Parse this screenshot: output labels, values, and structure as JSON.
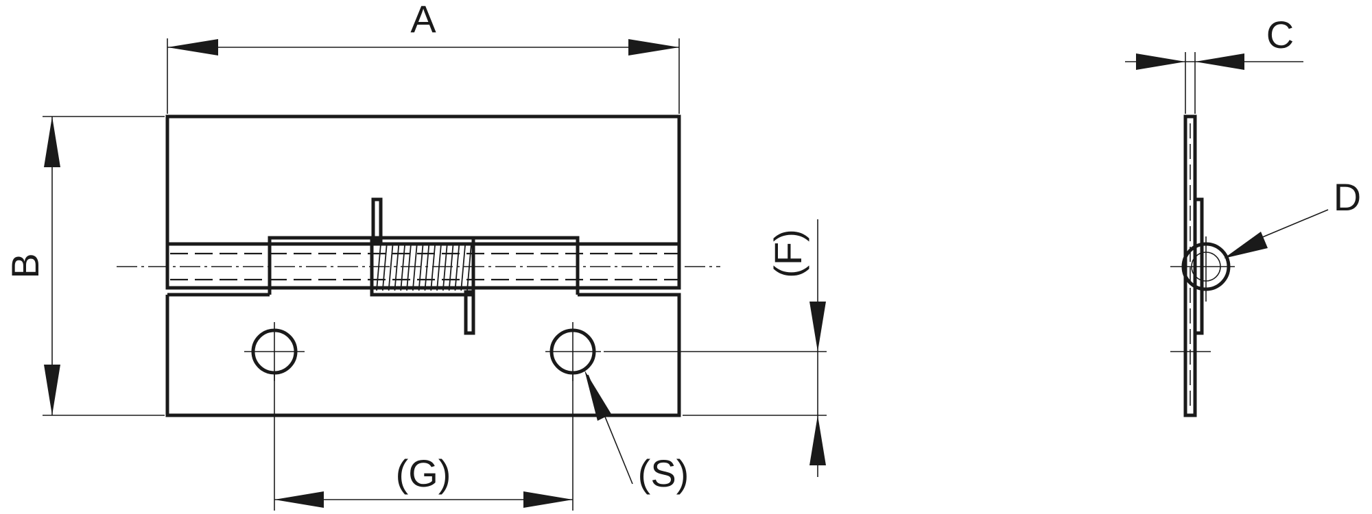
{
  "labels": {
    "a": "A",
    "b": "B",
    "c": "C",
    "d": "D",
    "f": "(F)",
    "g": "(G)",
    "s": "(S)"
  }
}
